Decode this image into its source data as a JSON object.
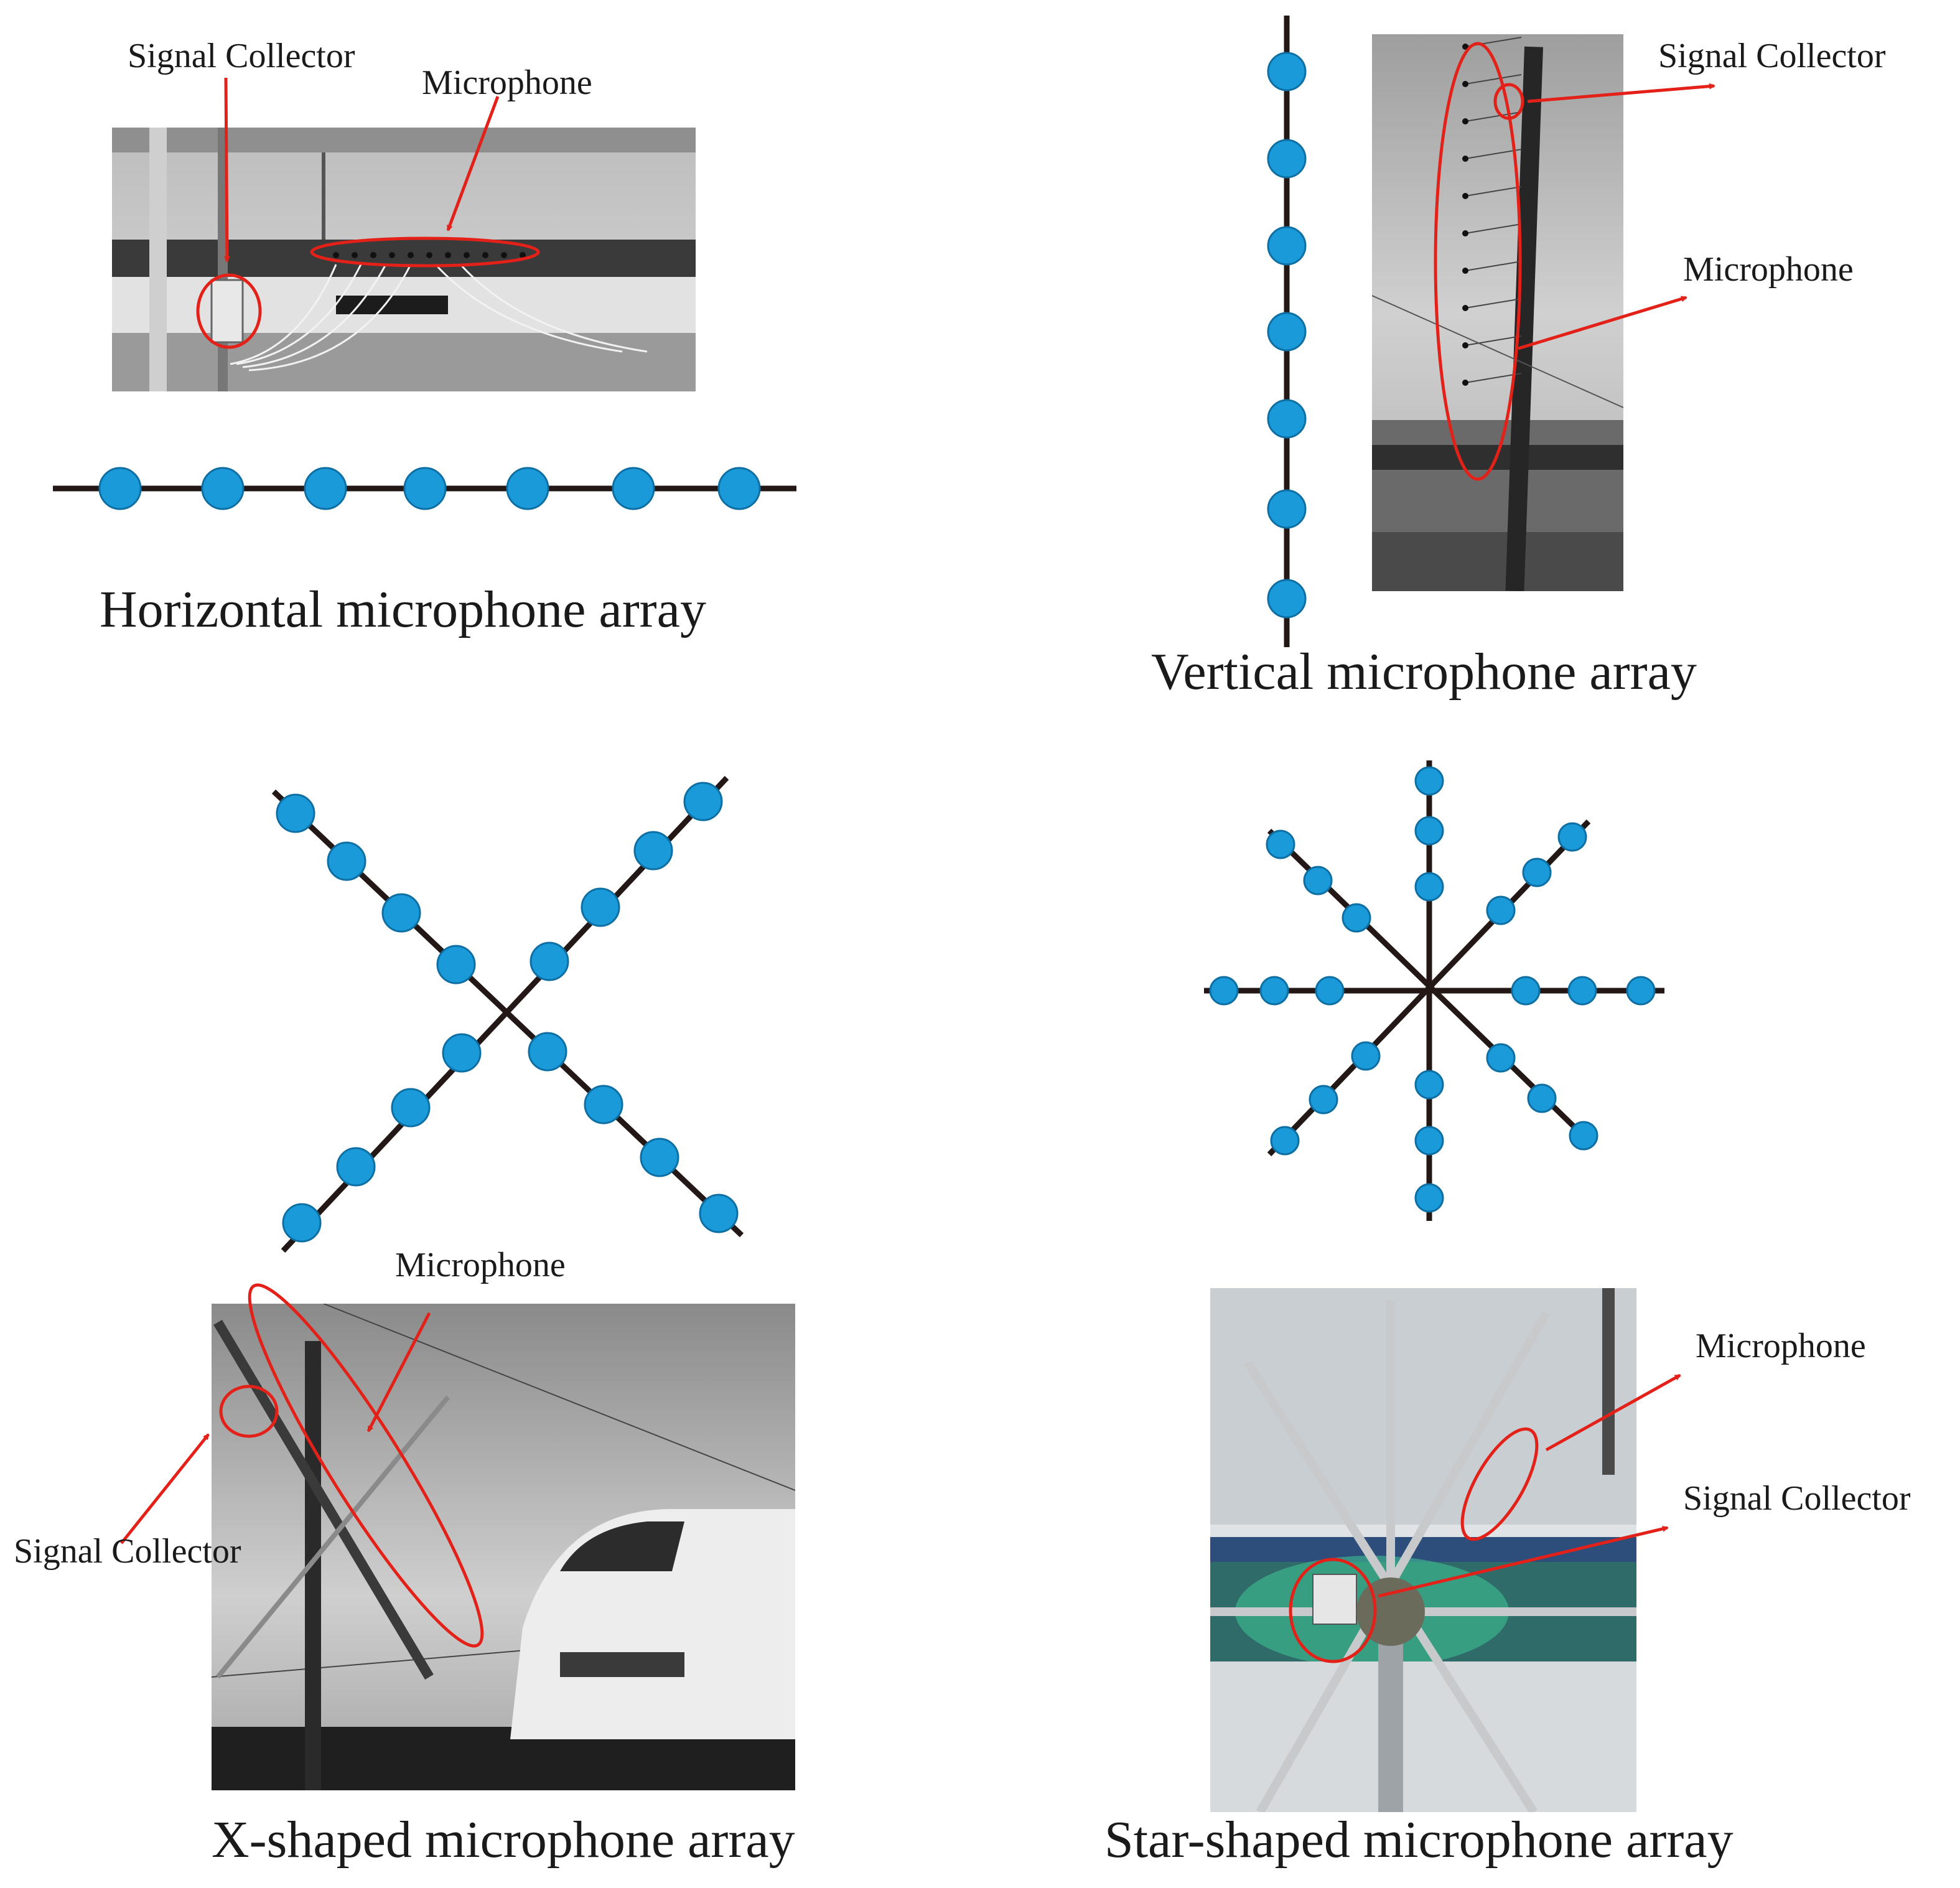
{
  "panels": {
    "horizontal": {
      "caption": "Horizontal microphone array",
      "callout_collector": "Signal Collector",
      "callout_microphone": "Microphone"
    },
    "vertical": {
      "caption": "Vertical microphone array",
      "callout_collector": "Signal Collector",
      "callout_microphone": "Microphone"
    },
    "x_shaped": {
      "caption": "X-shaped microphone array",
      "callout_collector": "Signal Collector",
      "callout_microphone": "Microphone"
    },
    "star_shaped": {
      "caption": "Star-shaped microphone array",
      "callout_collector": "Signal Collector",
      "callout_microphone": "Microphone"
    }
  },
  "colors": {
    "microphone_dot": "#1a9ad9",
    "array_line": "#231815",
    "callout": "#e32119"
  }
}
